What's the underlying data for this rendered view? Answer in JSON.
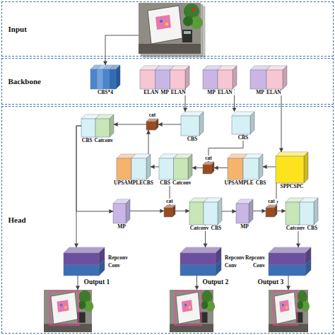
{
  "diagram": {
    "nodes": [
      {
        "text": [
          "Input"
        ]
      },
      {
        "text": [
          "Backbone"
        ]
      },
      {
        "text": [
          "Head"
        ]
      },
      {
        "text": [
          "CBS*4"
        ],
        "in": 1
      },
      {
        "text": [
          "ELAN",
          "MP",
          "ELAN"
        ],
        "in": 1
      },
      {
        "text": [
          "MP",
          "ELAN"
        ],
        "in": 1
      },
      {
        "text": [
          "MP",
          "ELAN"
        ],
        "in": 1
      },
      {
        "text": [
          "CBS",
          "Catconv"
        ],
        "in": 2
      },
      {
        "text": [
          "cat"
        ],
        "in": 2
      },
      {
        "text": [
          "CBS"
        ],
        "in": 2
      },
      {
        "text": [
          "CBS"
        ],
        "in": 2
      },
      {
        "text": [
          "UPSAMPLECBS"
        ],
        "in": 2
      },
      {
        "text": [
          "CBS",
          "Catconv"
        ],
        "in": 2
      },
      {
        "text": [
          "cat"
        ],
        "in": 2
      },
      {
        "text": [
          "UPSAMPLE",
          "CBS"
        ],
        "in": 2
      },
      {
        "text": [
          "SPPCSPC"
        ],
        "in": 2
      },
      {
        "text": [
          "MP"
        ],
        "in": 2
      },
      {
        "text": [
          "cat"
        ],
        "in": 2
      },
      {
        "text": [
          "Catconv",
          "CBS"
        ],
        "in": 2
      },
      {
        "text": [
          "MP"
        ],
        "in": 2
      },
      {
        "text": [
          "cat"
        ],
        "in": 2
      },
      {
        "text": [
          "Catconv",
          "CBS"
        ],
        "in": 2
      },
      {
        "text": [
          "Repconv",
          "Conv"
        ],
        "in": 2
      },
      {
        "text": [
          "Repconv",
          "Conv"
        ],
        "in": 2
      },
      {
        "text": [
          "Repconv",
          "Conv"
        ],
        "in": 2
      },
      {
        "text": [
          "Output 1"
        ],
        "in": 2
      },
      {
        "text": [
          "Output 2"
        ],
        "in": 2
      },
      {
        "text": [
          "Output 3"
        ],
        "in": 2
      }
    ],
    "edges": [
      {
        "from": 4,
        "to": 9,
        "arrow": "to"
      },
      {
        "from": 5,
        "to": 10,
        "arrow": "to"
      },
      {
        "from": 6,
        "to": 15,
        "arrow": "to"
      },
      {
        "from": 15,
        "to": 14,
        "arrow": "to"
      },
      {
        "from": 10,
        "to": 13,
        "arrow": "to"
      },
      {
        "from": 14,
        "to": 13,
        "arrow": "to"
      },
      {
        "from": 13,
        "to": 12,
        "arrow": "to"
      },
      {
        "from": 12,
        "to": 11,
        "arrow": "to"
      },
      {
        "from": 11,
        "to": 8,
        "arrow": "to"
      },
      {
        "from": 9,
        "to": 8,
        "arrow": "to"
      },
      {
        "from": 8,
        "to": 7,
        "arrow": "to"
      },
      {
        "from": 7,
        "to": 16,
        "arrow": "to"
      },
      {
        "from": 7,
        "to": 22,
        "arrow": "to"
      },
      {
        "from": 16,
        "to": 17,
        "arrow": "to"
      },
      {
        "from": 12,
        "to": 17,
        "arrow": "to"
      },
      {
        "from": 17,
        "to": 18,
        "arrow": "to"
      },
      {
        "from": 18,
        "to": 19,
        "arrow": "to"
      },
      {
        "from": 19,
        "to": 20,
        "arrow": "to"
      },
      {
        "from": 15,
        "to": 20,
        "arrow": "to"
      },
      {
        "from": 20,
        "to": 21,
        "arrow": "to"
      },
      {
        "from": 18,
        "to": 23,
        "arrow": "to"
      },
      {
        "from": 21,
        "to": 24,
        "arrow": "to"
      },
      {
        "from": 22,
        "to": 25,
        "arrow": "to"
      },
      {
        "from": 23,
        "to": 26,
        "arrow": "to"
      },
      {
        "from": 24,
        "to": 27,
        "arrow": "to"
      }
    ]
  }
}
